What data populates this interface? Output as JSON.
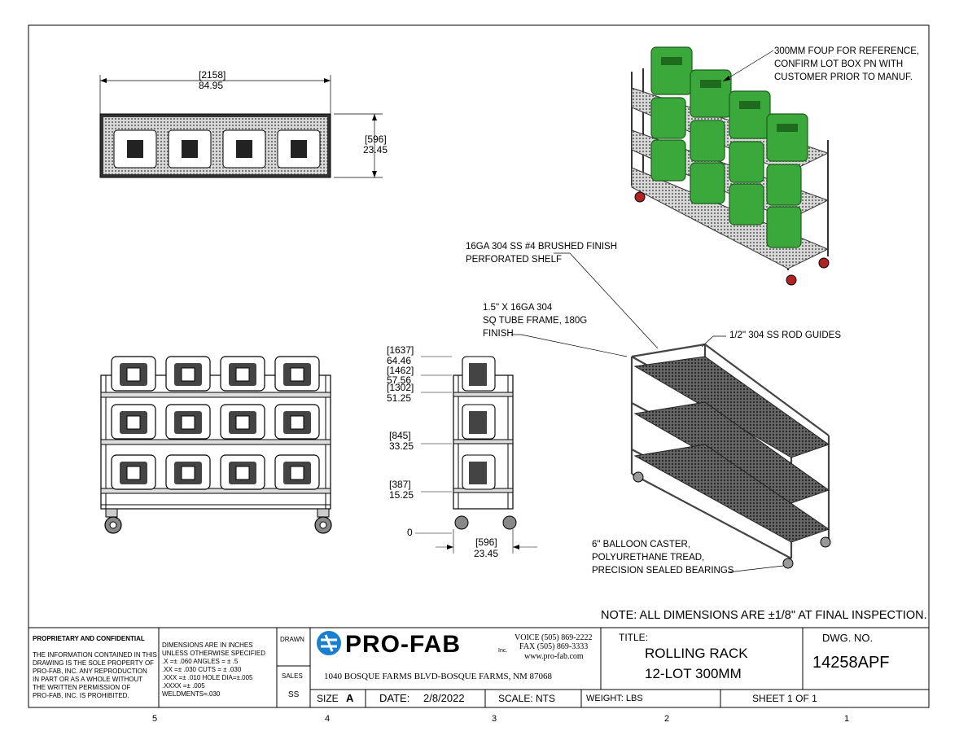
{
  "top_view": {
    "width_mm": "[2158]",
    "width_in": "84.95",
    "depth_mm": "[596]",
    "depth_in": "23.45"
  },
  "side_view": {
    "heights": [
      {
        "mm": "[1637]",
        "in": "64.46"
      },
      {
        "mm": "[1462]",
        "in": "57.56"
      },
      {
        "mm": "[1302]",
        "in": "51.25"
      },
      {
        "mm": "[845]",
        "in": "33.25"
      },
      {
        "mm": "[387]",
        "in": "15.25"
      }
    ],
    "zero": "0",
    "depth_mm": "[596]",
    "depth_in": "23.45"
  },
  "callouts": {
    "foup": [
      "300MM FOUP FOR REFERENCE,",
      "CONFIRM LOT BOX PN WITH",
      "CUSTOMER PRIOR TO MANUF."
    ],
    "shelf": [
      "16GA 304 SS #4 BRUSHED FINISH",
      "PERFORATED SHELF"
    ],
    "frame": [
      "1.5\" X 16GA 304",
      "SQ TUBE FRAME, 180G",
      "FINISH"
    ],
    "rod": "1/2\" 304 SS ROD GUIDES",
    "caster": [
      "6\" BALLOON CASTER,",
      "POLYURETHANE TREAD,",
      "PRECISION SEALED BEARINGS"
    ]
  },
  "note": "NOTE: ALL DIMENSIONS ARE ±1/8\" AT FINAL INSPECTION.",
  "title_block": {
    "prop_title": "PROPRIETARY AND CONFIDENTIAL",
    "prop_text": "THE INFORMATION CONTAINED IN THIS\nDRAWING IS THE SOLE PROPERTY OF\nPRO-FAB, INC.  ANY REPRODUCTION\nIN PART OR AS A WHOLE WITHOUT\nTHE WRITTEN PERMISSION OF\nPRO-FAB, INC. IS PROHIBITED.",
    "tol_text": "DIMENSIONS ARE IN INCHES\nUNLESS OTHERWISE SPECIFIED\n.X =± .060      ANGLES = ± .5\n.XX =± .030      CUTS = ± .030\n.XXX =± .010   HOLE DIA=±.005\n.XXXX =± .005\nWELDMENTS=.030",
    "drawn_label": "DRAWN",
    "sales_label": "SALES",
    "sales_value": "SS",
    "logo": "PRO-FAB",
    "logo_suffix": "Inc.",
    "voice": "VOICE (505) 869-2222",
    "fax": "FAX (505) 869-3333",
    "web": "www.pro-fab.com",
    "address": "1040 BOSQUE FARMS BLVD-BOSQUE FARMS, NM 87068",
    "title_label": "TITLE:",
    "title_line1": "ROLLING RACK",
    "title_line2": "12-LOT 300MM",
    "dwg_label": "DWG.  NO.",
    "dwg_no": "14258APF",
    "size_label": "SIZE",
    "size_value": "A",
    "date_label": "DATE:",
    "date_value": "2/8/2022",
    "scale": "SCALE: NTS",
    "weight": "WEIGHT:  LBS",
    "sheet": "SHEET 1 OF 1"
  },
  "zones": [
    "5",
    "4",
    "3",
    "2",
    "1"
  ],
  "colors": {
    "foup_green": "#3aa83a",
    "caster_red": "#b22222",
    "logo_blue": "#1a7fd0"
  }
}
